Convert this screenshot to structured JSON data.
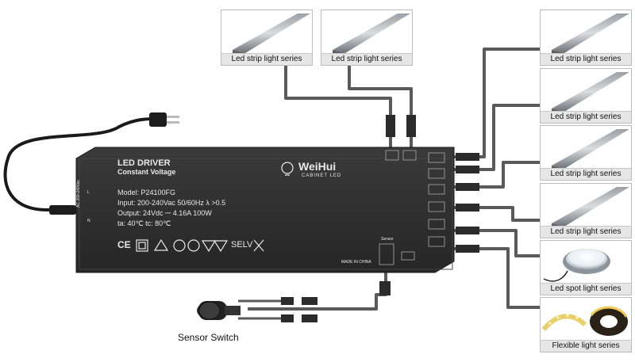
{
  "driver": {
    "title": "LED DRIVER",
    "subtitle": "Constant Voltage",
    "model": "Model: P24100FG",
    "input": "Input: 200-240Vac  50/60Hz  λ >0.5",
    "output": "Output: 24Vdc ⎓ 4.16A  100W",
    "temps": "ta: 40℃  tc: 80℃",
    "selv": "SELV",
    "made_in": "MADE IN CHINA",
    "sensor_port_label": "Sensor",
    "brand": "WeiHui",
    "brand_sub": "CABINET LED",
    "ac_label": "AC 200-240Vac",
    "l_label": "L",
    "n_label": "N"
  },
  "panels": [
    {
      "label": "Led strip light series"
    },
    {
      "label": "Led strip light series"
    },
    {
      "label": "Led strip light series"
    },
    {
      "label": "Led strip light series"
    },
    {
      "label": "Led strip light series"
    },
    {
      "label": "Led strip light series"
    },
    {
      "label": "Led spot light series"
    },
    {
      "label": "Flexible light series"
    }
  ],
  "sensor_switch_label": "Sensor Switch",
  "colors": {
    "driver_body": "#2d2d2d",
    "cable": "#5a5a5a",
    "panel_border": "#bdbdbd",
    "label_bg": "#e6e6e6"
  }
}
